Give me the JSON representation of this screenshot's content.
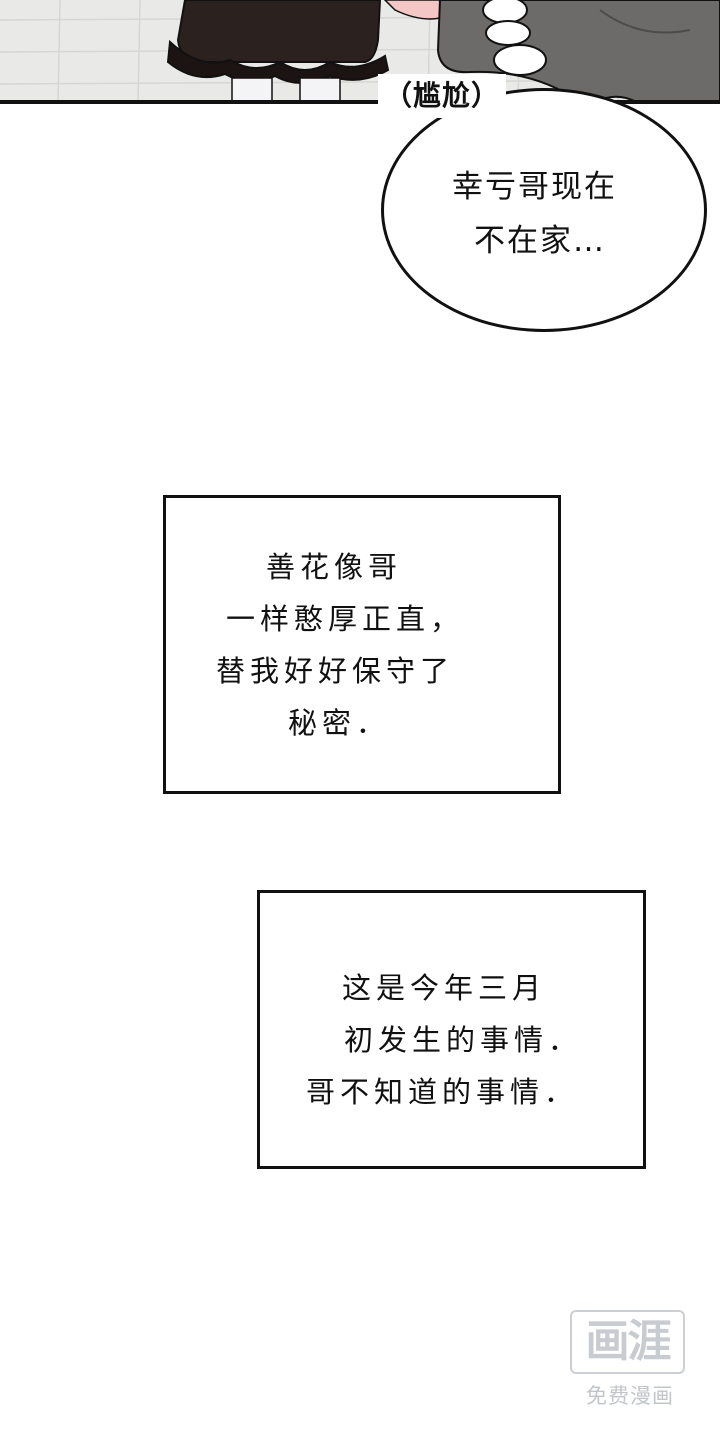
{
  "top_panel": {
    "sound_effect": "（尴尬）",
    "speech_bubble": {
      "lines": [
        "幸亏哥现在",
        "不在家…"
      ]
    }
  },
  "captions": [
    {
      "lines": [
        "善花像哥",
        "一样憨厚正直，",
        "替我好好保守了",
        "秘密．"
      ]
    },
    {
      "lines": [
        "这是今年三月",
        "初发生的事情．",
        "哥不知道的事情．"
      ]
    }
  ],
  "watermark": {
    "logo_text": "画涯",
    "tagline": "免费漫画"
  },
  "colors": {
    "ink": "#111111",
    "paper": "#ffffff",
    "pavement": "#e9e9e7",
    "skirt": "#2b2220",
    "jacket": "#6d6b69",
    "watermark": "#c8ccd0"
  }
}
